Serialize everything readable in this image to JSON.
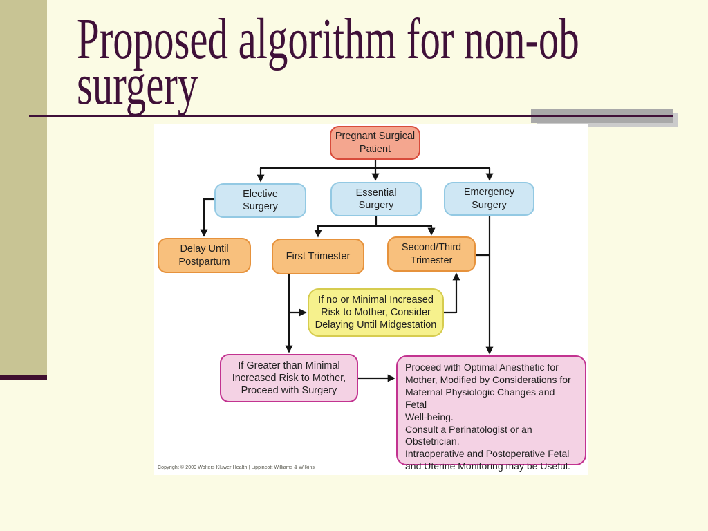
{
  "slide": {
    "title": "Proposed algorithm for non-ob\nsurgery",
    "copyright": "Copyright © 2009 Wolters Kluwer Health | Lippincott Williams & Wilkins"
  },
  "colors": {
    "background": "#FBFBE4",
    "sidebar_olive": "#C8C494",
    "sidebar_footer_maroon": "#3F0F2F",
    "title_text": "#3F1038",
    "title_rule": "#3F1038",
    "gray_accent_bar": "#A9A9A9",
    "figure_background": "#FFFFFF",
    "connector": "#141414",
    "node_red_fill": "#F4A68F",
    "node_red_border": "#D84B3B",
    "node_blue_fill": "#CFE7F4",
    "node_blue_border": "#93C9E3",
    "node_orange_fill": "#F8C07D",
    "node_orange_border": "#E6923C",
    "node_yellow_fill": "#F6F18D",
    "node_yellow_border": "#D6CC4F",
    "node_pink_fill": "#F4D2E4",
    "node_pink_border": "#C23390"
  },
  "flowchart": {
    "nodes": {
      "patient": {
        "label": "Pregnant Surgical\nPatient"
      },
      "elective": {
        "label": "Elective\nSurgery"
      },
      "essential": {
        "label": "Essential\nSurgery"
      },
      "emergency": {
        "label": "Emergency\nSurgery"
      },
      "delay": {
        "label": "Delay Until\nPostpartum"
      },
      "first_trimester": {
        "label": "First Trimester"
      },
      "second_third": {
        "label": "Second/Third\nTrimester"
      },
      "minimal_risk": {
        "label": "If no or Minimal Increased\nRisk to Mother, Consider\nDelaying Until Midgestation"
      },
      "greater_risk": {
        "label": "If Greater than Minimal\nIncreased Risk to Mother,\nProceed with Surgery"
      },
      "proceed": {
        "label": "Proceed with Optimal Anesthetic for\nMother, Modified by Considerations for\nMaternal Physiologic Changes and Fetal\nWell-being.\nConsult a Perinatologist or an\nObstetrician.\nIntraoperative and Postoperative Fetal\nand Uterine Monitoring may be Useful."
      }
    }
  }
}
